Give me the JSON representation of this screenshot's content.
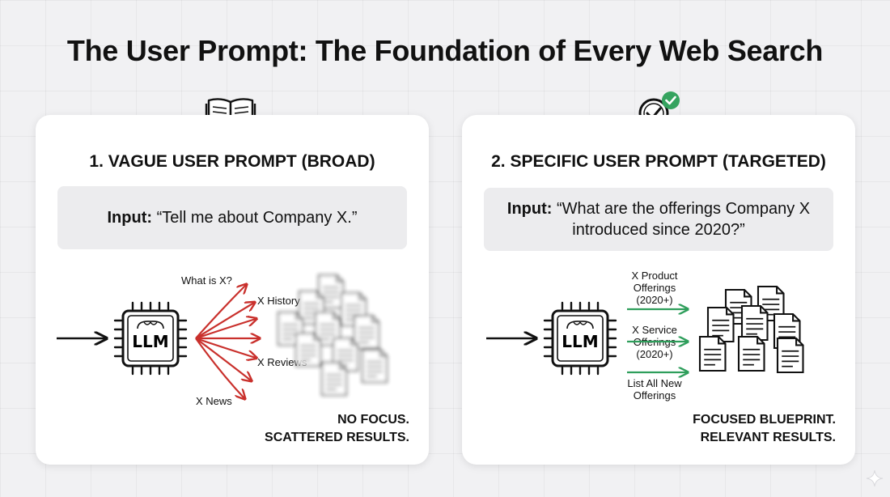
{
  "page": {
    "title": "The User Prompt: The Foundation of Every Web Search"
  },
  "left_panel": {
    "icon": "book-x-icon",
    "heading": "1. VAGUE USER PROMPT (BROAD)",
    "input_label": "Input:",
    "input_text": "“Tell me about Company X.”",
    "chip_label": "LLM",
    "branch_labels": [
      "What is X?",
      "X History",
      "X Reviews",
      "X News"
    ],
    "footer_line1": "NO FOCUS.",
    "footer_line2": "SCATTERED RESULTS.",
    "accent_color": "#c9302c"
  },
  "right_panel": {
    "icon": "magnifier-check-icon",
    "heading": "2. SPECIFIC USER PROMPT (TARGETED)",
    "input_label": "Input:",
    "input_text": "“What are the offerings Company X introduced since 2020?”",
    "chip_label": "LLM",
    "queries": [
      [
        "X Product",
        "Offerings",
        "(2020+)"
      ],
      [
        "X Service",
        "Offerings",
        "(2020+)"
      ],
      [
        "List All New",
        "Offerings"
      ]
    ],
    "footer_line1": "FOCUSED BLUEPRINT.",
    "footer_line2": "RELEVANT RESULTS.",
    "accent_color": "#2e9e5b"
  }
}
